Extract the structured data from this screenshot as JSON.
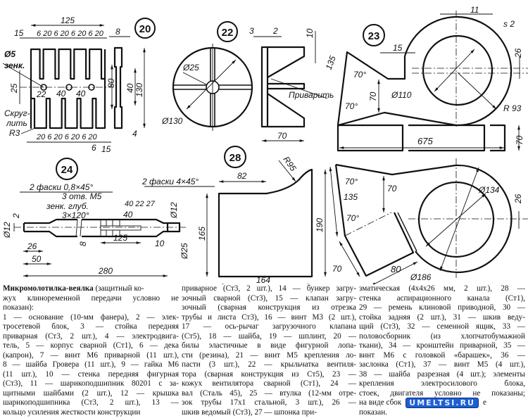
{
  "figures": {
    "f20": {
      "number": "20",
      "d125": "125",
      "d15a": "15",
      "top_seq": "6 20 6 20 6 20 6 20",
      "hole": "Ø5",
      "countersink": "зенк.",
      "d25": "25",
      "d22": "22",
      "d40a": "40",
      "d40b": "40",
      "fillet1": "Скруг-",
      "fillet2": "лить",
      "fillet3": "R3",
      "bottom_seq": "20 6 20 6 20 6 20",
      "d6": "6",
      "d15b": "15",
      "d8": "8",
      "d80": "80",
      "d40c": "40",
      "d130": "130",
      "d4": "4"
    },
    "f22": {
      "number": "22",
      "d25": "Ø25",
      "d130": "Ø130",
      "d3": "3",
      "d2": "2",
      "d10": "10",
      "weld": "Приварить",
      "d70": "70"
    },
    "f23": {
      "number": "23",
      "d11": "11",
      "s2": "s 2",
      "d15": "15",
      "a70a": "70°",
      "d70a": "70",
      "a70b": "70°",
      "d110": "Ø110",
      "r93": "R 93",
      "d26a": "26",
      "d675": "675",
      "d70b": "70",
      "d135a": "135",
      "d135b": "135",
      "a70c": "70°",
      "d70c": "70",
      "a70d": "70°",
      "d134": "Ø134",
      "d26b": "26",
      "d70d": "70",
      "d80": "80",
      "d186": "Ø186"
    },
    "f24": {
      "number": "24",
      "chamfer_left": "2 фаски 0,8×45°",
      "holes1": "3 отв. М5",
      "holes2": "зенк. глуб.",
      "holes3": "3×120°",
      "d40_22_27": "40 22 27",
      "d40": "40",
      "d12a": "Ø12",
      "d2": "2",
      "d12b": "Ø12",
      "d26": "26",
      "d8": "8",
      "d125": "125",
      "d10": "10",
      "d25": "Ø25",
      "d50": "50",
      "d280": "280"
    },
    "f28": {
      "number": "28",
      "chamfer": "2 фаски 4×45°",
      "d82": "82",
      "r95": "R95",
      "d165": "165",
      "d190": "190",
      "d164": "164"
    }
  },
  "caption": {
    "title": "Микромолотилка-веялка",
    "col1": [
      " (защитный ко-",
      "жух клиноременной передачи условно не",
      "показан):",
      "1 — основание (10-мм фанера), 2 — элек-",
      "тросетевой блок, 3 — стойка передняя",
      "приварная (Ст3, 2 шт.), 4 — электродвига-",
      "тель, 5 — корпус сварной (Ст1), 6 — дека",
      "(капрон), 7 — винт М6 приварной (11 шт.),",
      "8 — шайба Гровера (11 шт.), 9 — гайка М6",
      "(11 шт.), 10 — стенка передняя фигурная",
      "(Ст3), 11 — шарикоподшипник 80201 с за-",
      "щитными шайбами (2 шт.), 12 — крышка",
      "шарикоподшипника (Ст3, 2 шт.), 13 —",
      "кольцо усиления жесткости конструкции"
    ],
    "col2": [
      "приварное (Ст3, 2 шт.), 14 — бункер загру-",
      "зочный сварной (Ст3), 15 — клапан загру-",
      "зочный (сварная конструкция из отрезка",
      "трубы и листа Ст3), 16 — винт М3 (2 шт.),",
      "17 — ось-рычаг загрузочного клапана",
      "(Ст5), 18 — шайба, 19 — шплинт, 20 —",
      "билы эластичные в виде фигурной лопа-",
      "сти (резина), 21 — винт М5 крепления ло-",
      "пасти (3 шт.), 22 — крыльчатка вентиля-",
      "тора (сварная конструкция из Ст5), 23 —",
      "кожух вентилятора сварной (Ст1), 24 —",
      "вал (Сталь 45), 25 — втулка (12-мм отре-",
      "зок трубы 17х1 стальной, 3 шт.), 26 —",
      "шкив ведомый (Ст3), 27 — шпонка при-"
    ],
    "col3": [
      "зматическая (4х4х26 мм, 2 шт.), 28 —",
      "стенка аспирационного канала (Ст1),",
      "29 — ремень клиновой приводной, 30 —",
      "стойка задняя (2 шт.), 31 — шкив веду-",
      "щий (Ст3), 32 — семенной ящик, 33 —",
      "половосборник (из хлопчатобумажной",
      "ткани), 34 — кронштейн приварной, 35 —",
      "винт М6 с головкой «барашек», 36 —",
      "заслонка (Ст1), 37 — винт М5 (4 шт.),",
      "38 — шайба разрезная (4 шт.); элементы",
      "крепления электросилового блока,",
      "стоек, двигателя условно не показаны;",
      "на виде сбок",
      "е",
      "показан."
    ]
  },
  "watermark": "UMELTSI.RU"
}
